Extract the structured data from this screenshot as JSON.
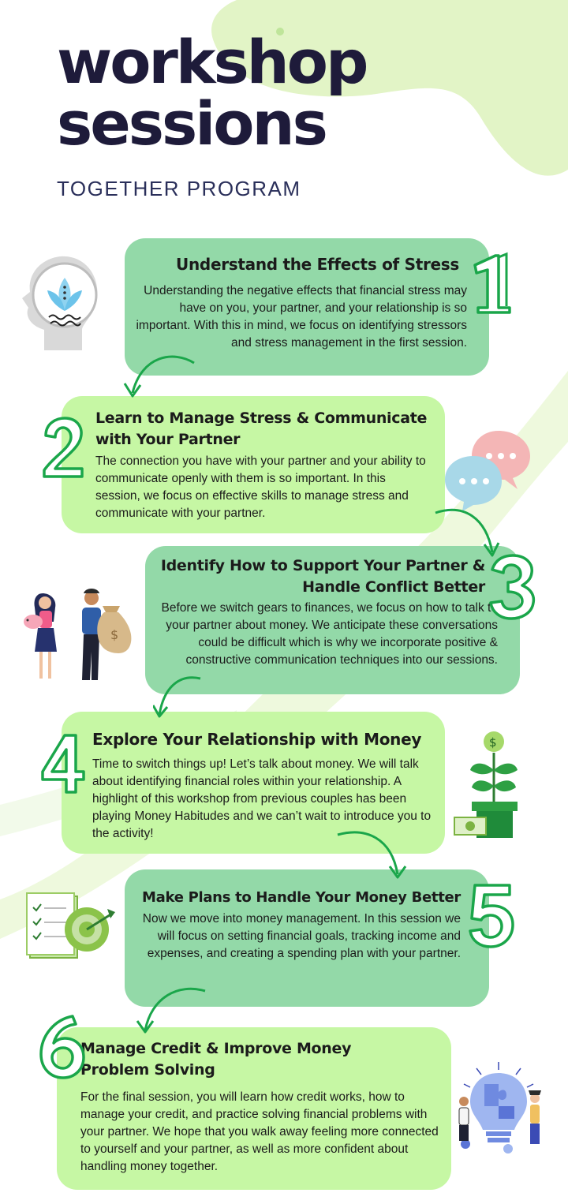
{
  "header": {
    "title_line1": "workshop",
    "title_line2": "sessions",
    "subtitle": "TOGETHER PROGRAM"
  },
  "colors": {
    "dark_card": "#93d9a8",
    "light_card": "#c6f7a4",
    "number_stroke": "#1aa64a",
    "title": "#1e1b3a"
  },
  "sessions": [
    {
      "number": "1",
      "title": "Understand the Effects of Stress",
      "body": "Understanding the negative effects that financial stress may have on you, your partner, and your relationship is so important. With this in mind, we focus on identifying stressors and stress management in the first session.",
      "icon": "mind-lotus-icon"
    },
    {
      "number": "2",
      "title": "Learn to Manage Stress & Communicate with Your Partner",
      "body": "The connection you have with your partner and your ability to communicate openly with them is so important. In this session, we focus on effective skills to manage stress and communicate with your partner.",
      "icon": "chat-bubbles-icon"
    },
    {
      "number": "3",
      "title": "Identify How to Support Your Partner & Handle Conflict Better",
      "body": "Before we switch gears to finances, we focus on how to talk to your partner about money. We anticipate these conversations could be difficult which is why we incorporate positive & constructive communication techniques into our sessions.",
      "icon": "couple-with-savings-icon"
    },
    {
      "number": "4",
      "title": "Explore Your Relationship with Money",
      "body": "Time to switch things up! Let’s talk about money. We will talk about identifying financial roles within your relationship. A highlight of this workshop from previous couples has been playing Money Habitudes and we can’t wait to introduce you to the activity!",
      "icon": "money-plant-icon"
    },
    {
      "number": "5",
      "title": "Make Plans to Handle Your Money Better",
      "body": "Now we move into money management. In this session we will focus on setting financial goals, tracking income and expenses, and creating a spending plan with your partner.",
      "icon": "checklist-target-icon"
    },
    {
      "number": "6",
      "title": "Manage Credit & Improve Money Problem Solving",
      "body": "For the final session, you will learn how credit works, how to manage your credit, and practice solving financial problems with your partner. We hope that you walk away feeling more connected to yourself and your partner, as well as more confident about handling money together.",
      "icon": "lightbulb-puzzle-icon"
    }
  ]
}
